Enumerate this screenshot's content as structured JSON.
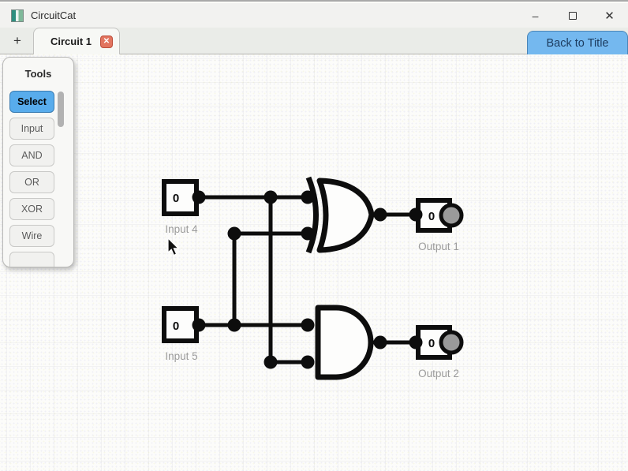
{
  "window": {
    "title": "CircuitCat",
    "controls": {
      "minimize_glyph": "–",
      "close_glyph": "✕"
    }
  },
  "tabbar": {
    "new_tab_glyph": "+",
    "tabs": [
      {
        "label": "Circuit 1",
        "close_glyph": "✕",
        "active": true
      }
    ],
    "back_to_title_label": "Back to Title"
  },
  "tools": {
    "title": "Tools",
    "items": [
      {
        "label": "Select",
        "active": true
      },
      {
        "label": "Input",
        "active": false
      },
      {
        "label": "AND",
        "active": false
      },
      {
        "label": "OR",
        "active": false
      },
      {
        "label": "XOR",
        "active": false
      },
      {
        "label": "Wire",
        "active": false
      }
    ]
  },
  "circuit": {
    "input4": {
      "label": "Input 4",
      "value": "0"
    },
    "input5": {
      "label": "Input 5",
      "value": "0"
    },
    "output1": {
      "label": "Output 1",
      "value": "0",
      "led_state": "off"
    },
    "output2": {
      "label": "Output 2",
      "value": "0",
      "led_state": "off"
    },
    "gates": [
      {
        "type": "XOR"
      },
      {
        "type": "AND"
      }
    ]
  },
  "colors": {
    "accent_blue": "#74b8ef",
    "select_blue": "#58acec",
    "tab_close_red": "#e2745f",
    "led_off_gray": "#9a9a9a",
    "wire_black": "#0d0d0d"
  }
}
